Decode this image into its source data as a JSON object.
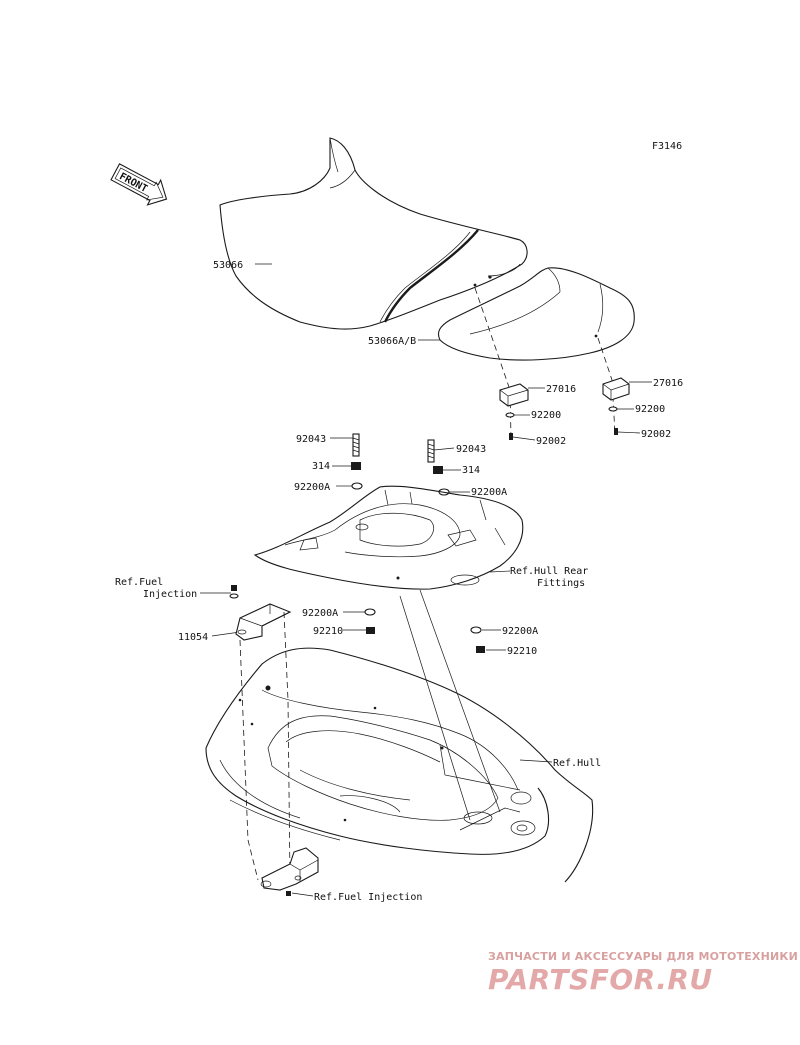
{
  "figure_code": "F3146",
  "front_marker": "FRONT",
  "callouts": {
    "seat_front": "53066",
    "seat_rear": "53066A/B",
    "stopper_left": "27016",
    "stopper_right": "27016",
    "washer_left": "92200",
    "washer_right": "92200",
    "bolt_left": "92002",
    "bolt_right": "92002",
    "stud_left": "92043",
    "stud_right": "92043",
    "nut_left": "314",
    "nut_right": "314",
    "washer_a_left_top": "92200A",
    "washer_a_right_top": "92200A",
    "washer_a_center": "92200A",
    "washer_a_right_bottom": "92200A",
    "nut_center": "92210",
    "nut_right_bottom": "92210",
    "bracket": "11054",
    "ref_fuel_injection_top_line1": "Ref.Fuel",
    "ref_fuel_injection_top_line2": "Injection",
    "ref_hull_rear_line1": "Ref.Hull Rear",
    "ref_hull_rear_line2": "Fittings",
    "ref_hull": "Ref.Hull",
    "ref_fuel_injection_bottom": "Ref.Fuel Injection"
  },
  "watermark": {
    "tagline": "ЗАПЧАСТИ И АКСЕССУАРЫ ДЛЯ МОТОТЕХНИКИ",
    "logo": "PARTSFOR.RU",
    "color": "#e3a8a8"
  }
}
